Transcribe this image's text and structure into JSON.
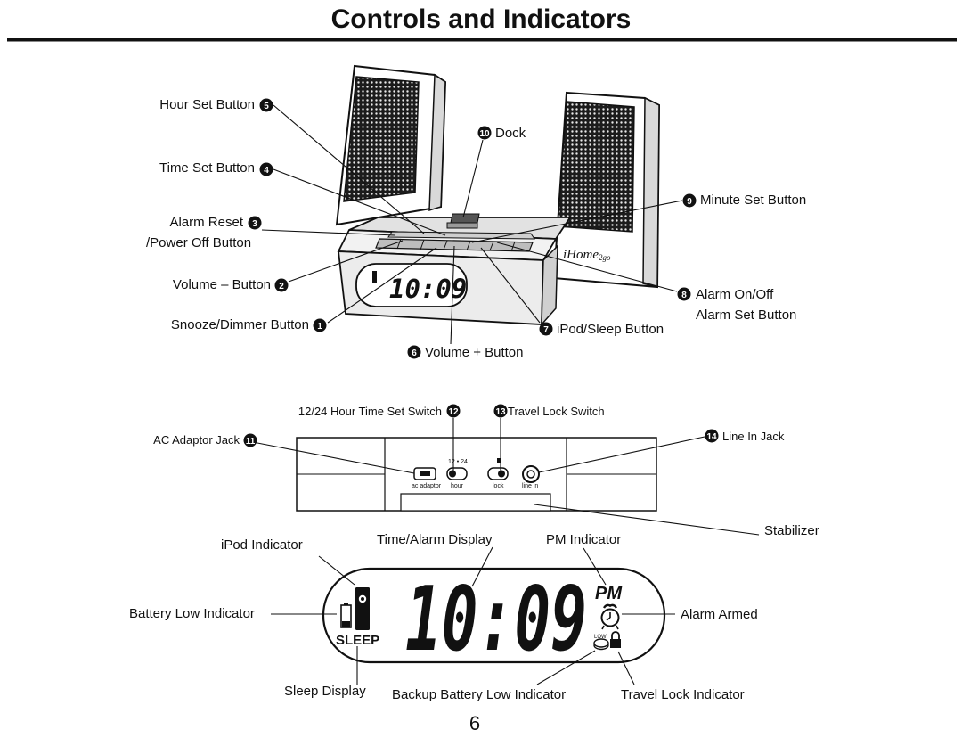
{
  "page": {
    "title": "Controls and Indicators",
    "page_number": "6"
  },
  "callouts": {
    "hour_set": {
      "number": "5",
      "label": "Hour Set Button"
    },
    "time_set": {
      "number": "4",
      "label": "Time Set Button"
    },
    "alarm_reset": {
      "number": "3",
      "label_line1": "Alarm Reset",
      "label_line2": "/Power Off Button"
    },
    "volume_minus": {
      "number": "2",
      "label": "Volume – Button"
    },
    "snooze": {
      "number": "1",
      "label": "Snooze/Dimmer Button"
    },
    "dock": {
      "number": "10",
      "label": "Dock"
    },
    "minute_set": {
      "number": "9",
      "label": "Minute Set Button"
    },
    "alarm_onoff": {
      "number": "8",
      "label_line1": "Alarm On/Off",
      "label_line2": "Alarm Set Button"
    },
    "ipod_sleep": {
      "number": "7",
      "label": "iPod/Sleep Button"
    },
    "volume_plus": {
      "number": "6",
      "label": "Volume + Button"
    },
    "hour_switch": {
      "number": "12",
      "label": "12/24 Hour Time Set Switch"
    },
    "travel_lock": {
      "number": "13",
      "label": "Travel Lock Switch"
    },
    "ac_adaptor": {
      "number": "11",
      "label": "AC Adaptor Jack"
    },
    "line_in": {
      "number": "14",
      "label": "Line In Jack"
    },
    "stabilizer": {
      "label": "Stabilizer"
    }
  },
  "rear_panel": {
    "ac_label": "ac adaptor",
    "hour_label": "hour",
    "hour_top": "12 • 24",
    "lock_label": "lock",
    "line_label": "line in"
  },
  "device": {
    "brand": "iHome",
    "brand_suffix": "2go",
    "clock_small": "10:09"
  },
  "display": {
    "time": "10:09",
    "pm": "PM",
    "sleep": "SLEEP",
    "low": "LOW",
    "labels": {
      "ipod": "iPod Indicator",
      "time_alarm": "Time/Alarm Display",
      "pm": "PM Indicator",
      "battery_low": "Battery Low Indicator",
      "alarm_armed": "Alarm Armed",
      "sleep_display": "Sleep Display",
      "backup_battery": "Backup Battery Low Indicator",
      "travel_lock": "Travel Lock Indicator"
    }
  }
}
